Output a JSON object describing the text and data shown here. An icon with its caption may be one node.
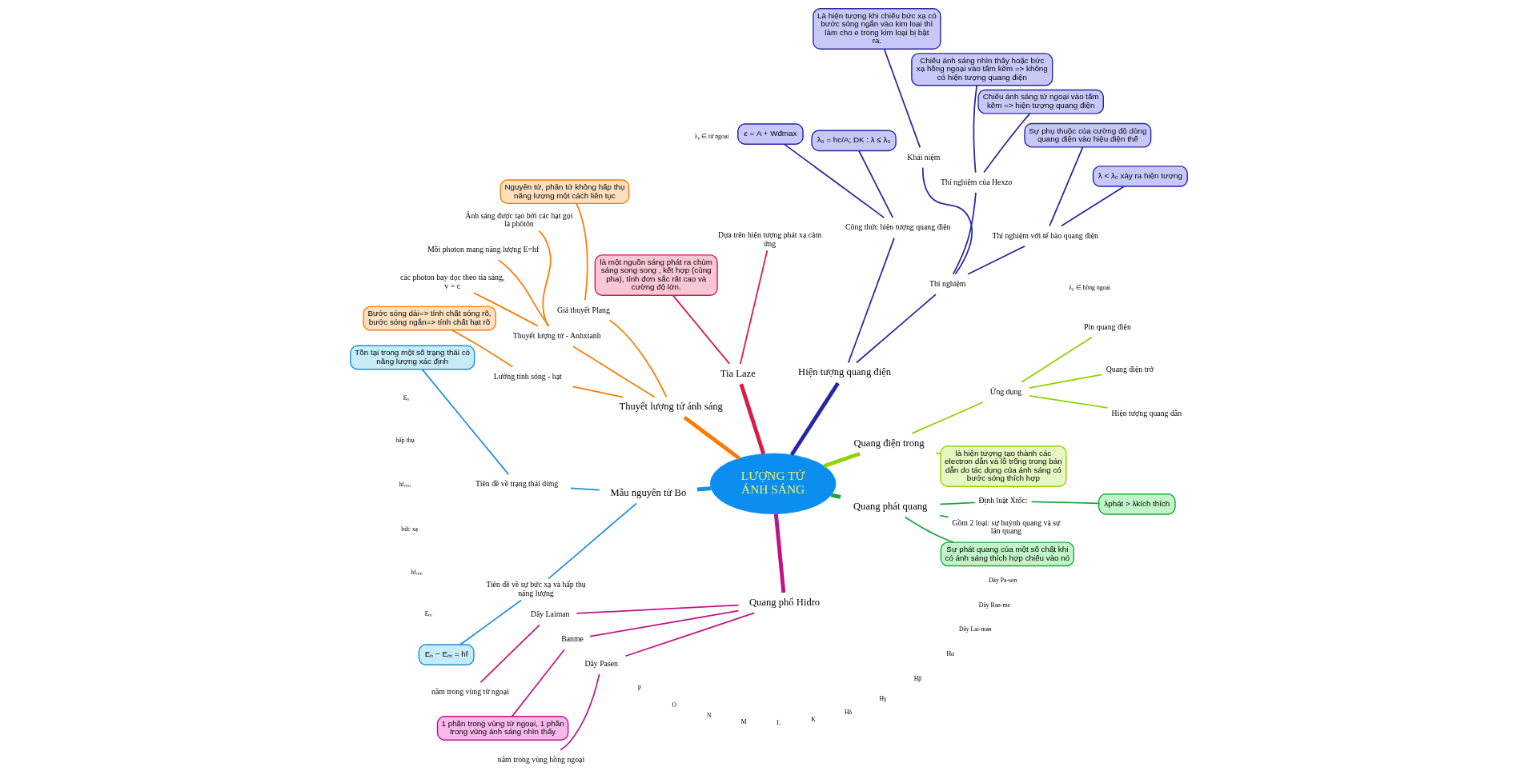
{
  "diagram": {
    "nodes": [
      {
        "text": [
          "LƯỢNG TỬ ÁNH SÁNG"
        ]
      },
      {
        "text": [
          "Quang điện trong"
        ]
      },
      {
        "text": [
          "là hiện tượng tạo thành các electron dẫn và lỗ trống trong bán dẫn do tác dụng của ánh sáng có bước sóng thích hợp"
        ]
      },
      {
        "text": [
          "Ứng dụng"
        ]
      },
      {
        "text": [
          "Hiện tượng quang dẫn"
        ]
      },
      {
        "text": [
          "Quang điện trở"
        ]
      },
      {
        "text": [
          "Pin quang điện"
        ]
      },
      {
        "text": [
          "Hiện tượng quang điện"
        ]
      },
      {
        "text": [
          "Thí nghiệm"
        ]
      },
      {
        "text": [
          "Thí nghiệm với tế bào quang điện"
        ]
      },
      {
        "text": [
          "λ < λ₀ xảy ra hiện tượng"
        ]
      },
      {
        "text": [
          "Sự phụ thuộc của cường độ dòng quang điện vào hiệu điện thế"
        ]
      },
      {
        "text": [
          "Thí nghiệm của Hexzo"
        ]
      },
      {
        "text": [
          "Chiếu ánh sáng tử ngoại vào tấm kẽm => hiện tượng quang điện"
        ]
      },
      {
        "text": [
          "Chiếu ánh sáng nhìn thấy hoặc bức xạ hồng ngoại vào tấm kẽm => không có hiện tượng quang điện"
        ]
      },
      {
        "text": [
          "Khái niệm"
        ]
      },
      {
        "text": [
          "Là hiện tượng khi chiếu bức xạ có bước sóng ngắn vào kim loại thì làm cho e trong kim loại bị bật ra."
        ]
      },
      {
        "text": [
          "Công thức hiện tượng quang điện"
        ]
      },
      {
        "text": [
          "λ₀ = hc/A; DK : λ ≤ λ₀"
        ]
      },
      {
        "text": [
          "ε = A + Wđmax"
        ]
      },
      {
        "text": [
          "Tia Laze"
        ]
      },
      {
        "text": [
          "Dựa trên hiện tượng phát xạ cảm ứng"
        ]
      },
      {
        "text": [
          "là một nguồn sáng phát ra chùm sáng song song , kết hợp (cùng pha), tính đơn sắc rất cao và cường độ lớn."
        ]
      },
      {
        "text": [
          "Thuyết lượng tử ánh sáng"
        ]
      },
      {
        "text": [
          "Giả thuyết Plang"
        ]
      },
      {
        "text": [
          "Nguyên tử, phân tử không hấp thụ năng lượng một cách liên tục"
        ]
      },
      {
        "text": [
          "Thuyết lượng tử - Anhxtanh"
        ]
      },
      {
        "text": [
          "Ánh sáng được tạo bởi các hạt gọi là phôtôn"
        ]
      },
      {
        "text": [
          "Mỗi photon mang năng lượng E=hf"
        ]
      },
      {
        "text": [
          "các photon bay dọc theo tia sáng, v = c"
        ]
      },
      {
        "text": [
          "Lưỡng tính sóng - hạt"
        ]
      },
      {
        "text": [
          "Bước sóng dài=> tính chất sóng rõ, bước sóng ngắn=> tính chất hạt rõ"
        ]
      },
      {
        "text": [
          "Mẫu nguyên tử Bo"
        ]
      },
      {
        "text": [
          "Tiên đề về trạng thái dừng"
        ]
      },
      {
        "text": [
          "Tồn tại trong một số trạng thái có năng lượng xác định"
        ]
      },
      {
        "text": [
          "Tiên đề về sự bức xạ và hấp thụ năng lượng"
        ]
      },
      {
        "text": [
          "Eₙ − Eₘ = hf"
        ]
      },
      {
        "text": [
          "Quang phổ Hidro"
        ]
      },
      {
        "text": [
          "Dãy Laiman"
        ]
      },
      {
        "text": [
          "nằm trong vùng tử ngoại"
        ]
      },
      {
        "text": [
          "Banme"
        ]
      },
      {
        "text": [
          "1 phần trong vùng tử ngoại, 1 phần trong vùng ánh sáng nhìn thấy"
        ]
      },
      {
        "text": [
          "Dãy Pasen"
        ]
      },
      {
        "text": [
          "nằm trong vùng hồng ngoại"
        ]
      },
      {
        "text": [
          "Quang phát quang"
        ]
      },
      {
        "text": [
          "Sự phát quang của một số chất khi có ánh sáng thích hợp chiếu vào nó"
        ]
      },
      {
        "text": [
          "Gồm 2 loại: sự huỳnh quang và sự lân quang"
        ]
      },
      {
        "text": [
          "Định luật Xtốc:"
        ]
      },
      {
        "text": [
          "λphát > λkích thích"
        ]
      }
    ],
    "edges": [
      {
        "from": 0,
        "to": 1,
        "arrow": "none",
        "style": "thick",
        "color": "#8fd400"
      },
      {
        "from": 1,
        "to": 2,
        "arrow": "none",
        "color": "#8fd400"
      },
      {
        "from": 1,
        "to": 3,
        "arrow": "none",
        "color": "#8fd400"
      },
      {
        "from": 3,
        "to": 4,
        "arrow": "none",
        "color": "#8fd400"
      },
      {
        "from": 3,
        "to": 5,
        "arrow": "none",
        "color": "#8fd400"
      },
      {
        "from": 3,
        "to": 6,
        "arrow": "none",
        "color": "#8fd400"
      },
      {
        "from": 0,
        "to": 7,
        "arrow": "none",
        "style": "thick",
        "color": "#2626a6"
      },
      {
        "from": 7,
        "to": 8,
        "arrow": "none",
        "color": "#2626a6"
      },
      {
        "from": 8,
        "to": 9,
        "arrow": "none",
        "color": "#2626a6"
      },
      {
        "from": 9,
        "to": 10,
        "arrow": "none",
        "color": "#2626a6"
      },
      {
        "from": 9,
        "to": 11,
        "arrow": "none",
        "color": "#2626a6"
      },
      {
        "from": 8,
        "to": 12,
        "arrow": "none",
        "color": "#2626a6"
      },
      {
        "from": 12,
        "to": 13,
        "arrow": "none",
        "color": "#2626a6"
      },
      {
        "from": 12,
        "to": 14,
        "arrow": "none",
        "color": "#2626a6"
      },
      {
        "from": 8,
        "to": 15,
        "arrow": "none",
        "color": "#2626a6"
      },
      {
        "from": 15,
        "to": 16,
        "arrow": "none",
        "color": "#2626a6"
      },
      {
        "from": 7,
        "to": 17,
        "arrow": "none",
        "color": "#2626a6"
      },
      {
        "from": 17,
        "to": 18,
        "arrow": "none",
        "color": "#2626a6"
      },
      {
        "from": 17,
        "to": 19,
        "arrow": "none",
        "color": "#2626a6"
      },
      {
        "from": 0,
        "to": 20,
        "arrow": "none",
        "style": "thick",
        "color": "#d81b4a"
      },
      {
        "from": 20,
        "to": 21,
        "arrow": "none",
        "color": "#d81b4a"
      },
      {
        "from": 20,
        "to": 22,
        "arrow": "none",
        "color": "#d81b4a"
      },
      {
        "from": 0,
        "to": 23,
        "arrow": "none",
        "style": "thick",
        "color": "#ff7a00"
      },
      {
        "from": 23,
        "to": 24,
        "arrow": "none",
        "color": "#ff7a00"
      },
      {
        "from": 24,
        "to": 25,
        "arrow": "none",
        "color": "#ff7a00"
      },
      {
        "from": 23,
        "to": 26,
        "arrow": "none",
        "color": "#ff7a00"
      },
      {
        "from": 26,
        "to": 27,
        "arrow": "none",
        "color": "#ff7a00"
      },
      {
        "from": 26,
        "to": 28,
        "arrow": "none",
        "color": "#ff7a00"
      },
      {
        "from": 26,
        "to": 29,
        "arrow": "none",
        "color": "#ff7a00"
      },
      {
        "from": 23,
        "to": 30,
        "arrow": "none",
        "color": "#ff7a00"
      },
      {
        "from": 30,
        "to": 31,
        "arrow": "none",
        "color": "#ff7a00"
      },
      {
        "from": 0,
        "to": 32,
        "arrow": "none",
        "style": "thick",
        "color": "#1e8fd6"
      },
      {
        "from": 32,
        "to": 33,
        "arrow": "none",
        "color": "#1e8fd6"
      },
      {
        "from": 33,
        "to": 34,
        "arrow": "none",
        "color": "#1e8fd6"
      },
      {
        "from": 32,
        "to": 35,
        "arrow": "none",
        "color": "#1e8fd6"
      },
      {
        "from": 35,
        "to": 36,
        "arrow": "none",
        "color": "#1e8fd6"
      },
      {
        "from": 0,
        "to": 37,
        "arrow": "none",
        "style": "thick",
        "color": "#c2128a"
      },
      {
        "from": 37,
        "to": 38,
        "arrow": "none",
        "color": "#c2128a"
      },
      {
        "from": 38,
        "to": 39,
        "arrow": "none",
        "color": "#c2128a"
      },
      {
        "from": 37,
        "to": 40,
        "arrow": "none",
        "color": "#c2128a"
      },
      {
        "from": 40,
        "to": 41,
        "arrow": "none",
        "color": "#c2128a"
      },
      {
        "from": 37,
        "to": 42,
        "arrow": "none",
        "color": "#c2128a"
      },
      {
        "from": 42,
        "to": 43,
        "arrow": "none",
        "color": "#c2128a"
      },
      {
        "from": 0,
        "to": 44,
        "arrow": "none",
        "style": "thick",
        "color": "#1aa83a"
      },
      {
        "from": 44,
        "to": 45,
        "arrow": "none",
        "color": "#1aa83a"
      },
      {
        "from": 44,
        "to": 46,
        "arrow": "none",
        "color": "#1aa83a"
      },
      {
        "from": 44,
        "to": 47,
        "arrow": "none",
        "color": "#1aa83a"
      },
      {
        "from": 47,
        "to": 48,
        "arrow": "none",
        "color": "#1aa83a"
      }
    ],
    "labels": [
      "λ₀ ∈ hồng ngoại",
      "λ₀ ∈ tử ngoại",
      "Eₙ",
      "hấp thụ",
      "hfₘₙ",
      "bức xạ",
      "hfₙₘ",
      "Eₘ",
      "P",
      "O",
      "N",
      "M",
      "L",
      "K",
      "Hδ",
      "Hγ",
      "Hβ",
      "Hα",
      "Dãy Lai-man",
      "Dãy Ban-me",
      "Dãy Pa-sen"
    ]
  }
}
